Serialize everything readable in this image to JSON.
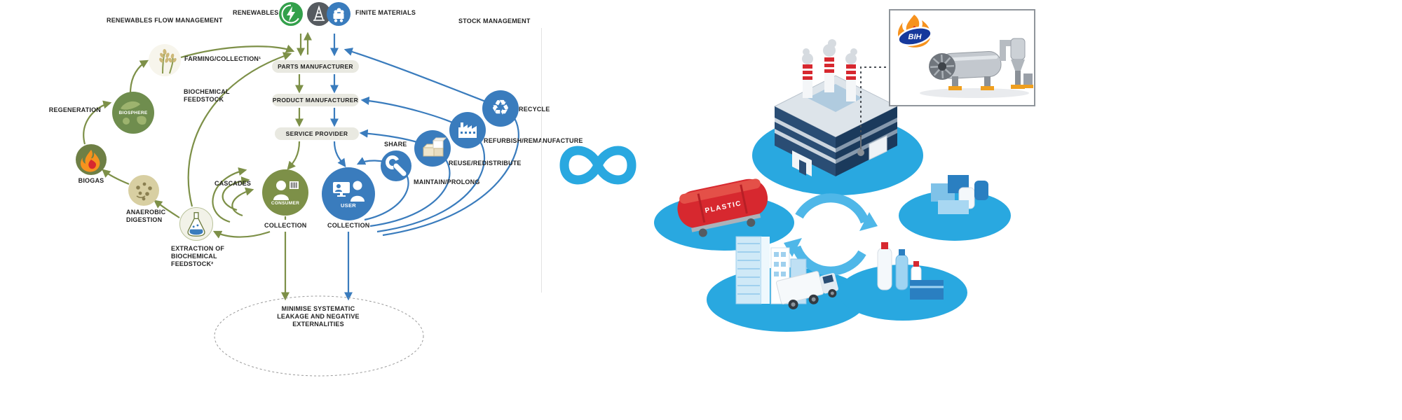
{
  "colors": {
    "olive_green": "#7d9048",
    "dark_olive": "#6e7f45",
    "diagram_blue": "#3a7cbd",
    "bright_blue": "#29a8e0",
    "navy": "#1b3a5c",
    "red": "#d7282f",
    "orange": "#f6921e",
    "pill_gray": "#e9e9e1",
    "label_dark": "#242424"
  },
  "butterfly": {
    "labels": {
      "renewables_flow_management": "RENEWABLES FLOW MANAGEMENT",
      "renewables": "RENEWABLES",
      "finite_materials": "FINITE MATERIALS",
      "stock_management": "STOCK MANAGEMENT",
      "farming_collection": "FARMING/COLLECTION¹",
      "biochemical_feedstock": "BIOCHEMICAL FEEDSTOCK",
      "regeneration": "REGENERATION",
      "biosphere": "BIOSPHERE",
      "biogas": "BIOGAS",
      "anaerobic_digestion": "ANAEROBIC DIGESTION",
      "extraction_biochemical_feedstock": "EXTRACTION OF BIOCHEMICAL FEEDSTOCK²",
      "cascades": "CASCADES",
      "parts_manufacturer": "PARTS MANUFACTURER",
      "product_manufacturer": "PRODUCT MANUFACTURER",
      "service_provider": "SERVICE PROVIDER",
      "consumer": "CONSUMER",
      "user": "USER",
      "collection_left": "COLLECTION",
      "collection_right": "COLLECTION",
      "share": "SHARE",
      "maintain_prolong": "MAINTAIN/PROLONG",
      "reuse_redistribute": "REUSE/REDISTRIBUTE",
      "refurbish_remanufacture": "REFURBISH/REMANUFACTURE",
      "recycle": "RECYCLE",
      "minimise": "MINIMISE SYSTEMATIC LEAKAGE AND NEGATIVE EXTERNALITIES"
    },
    "icons": [
      "lightning-icon",
      "oil-derrick-icon",
      "minerals-icon",
      "wheat-icon",
      "globe-icon",
      "flame-icon",
      "digestion-icon",
      "flask-icon",
      "person-barcode-icon",
      "person-computer-icon",
      "wrench-icon",
      "boxes-icon",
      "factory-icon",
      "recycle-icon"
    ]
  },
  "illustration": {
    "plastic_bin_label": "PLASTIC",
    "inset_logo_text": "BIH",
    "icons": [
      "factory-building",
      "plastic-container",
      "city-buildings",
      "delivery-truck",
      "bottles",
      "crates",
      "recycle-arrows-icon",
      "infinity-icon",
      "rotary-dryer-machinery"
    ]
  }
}
